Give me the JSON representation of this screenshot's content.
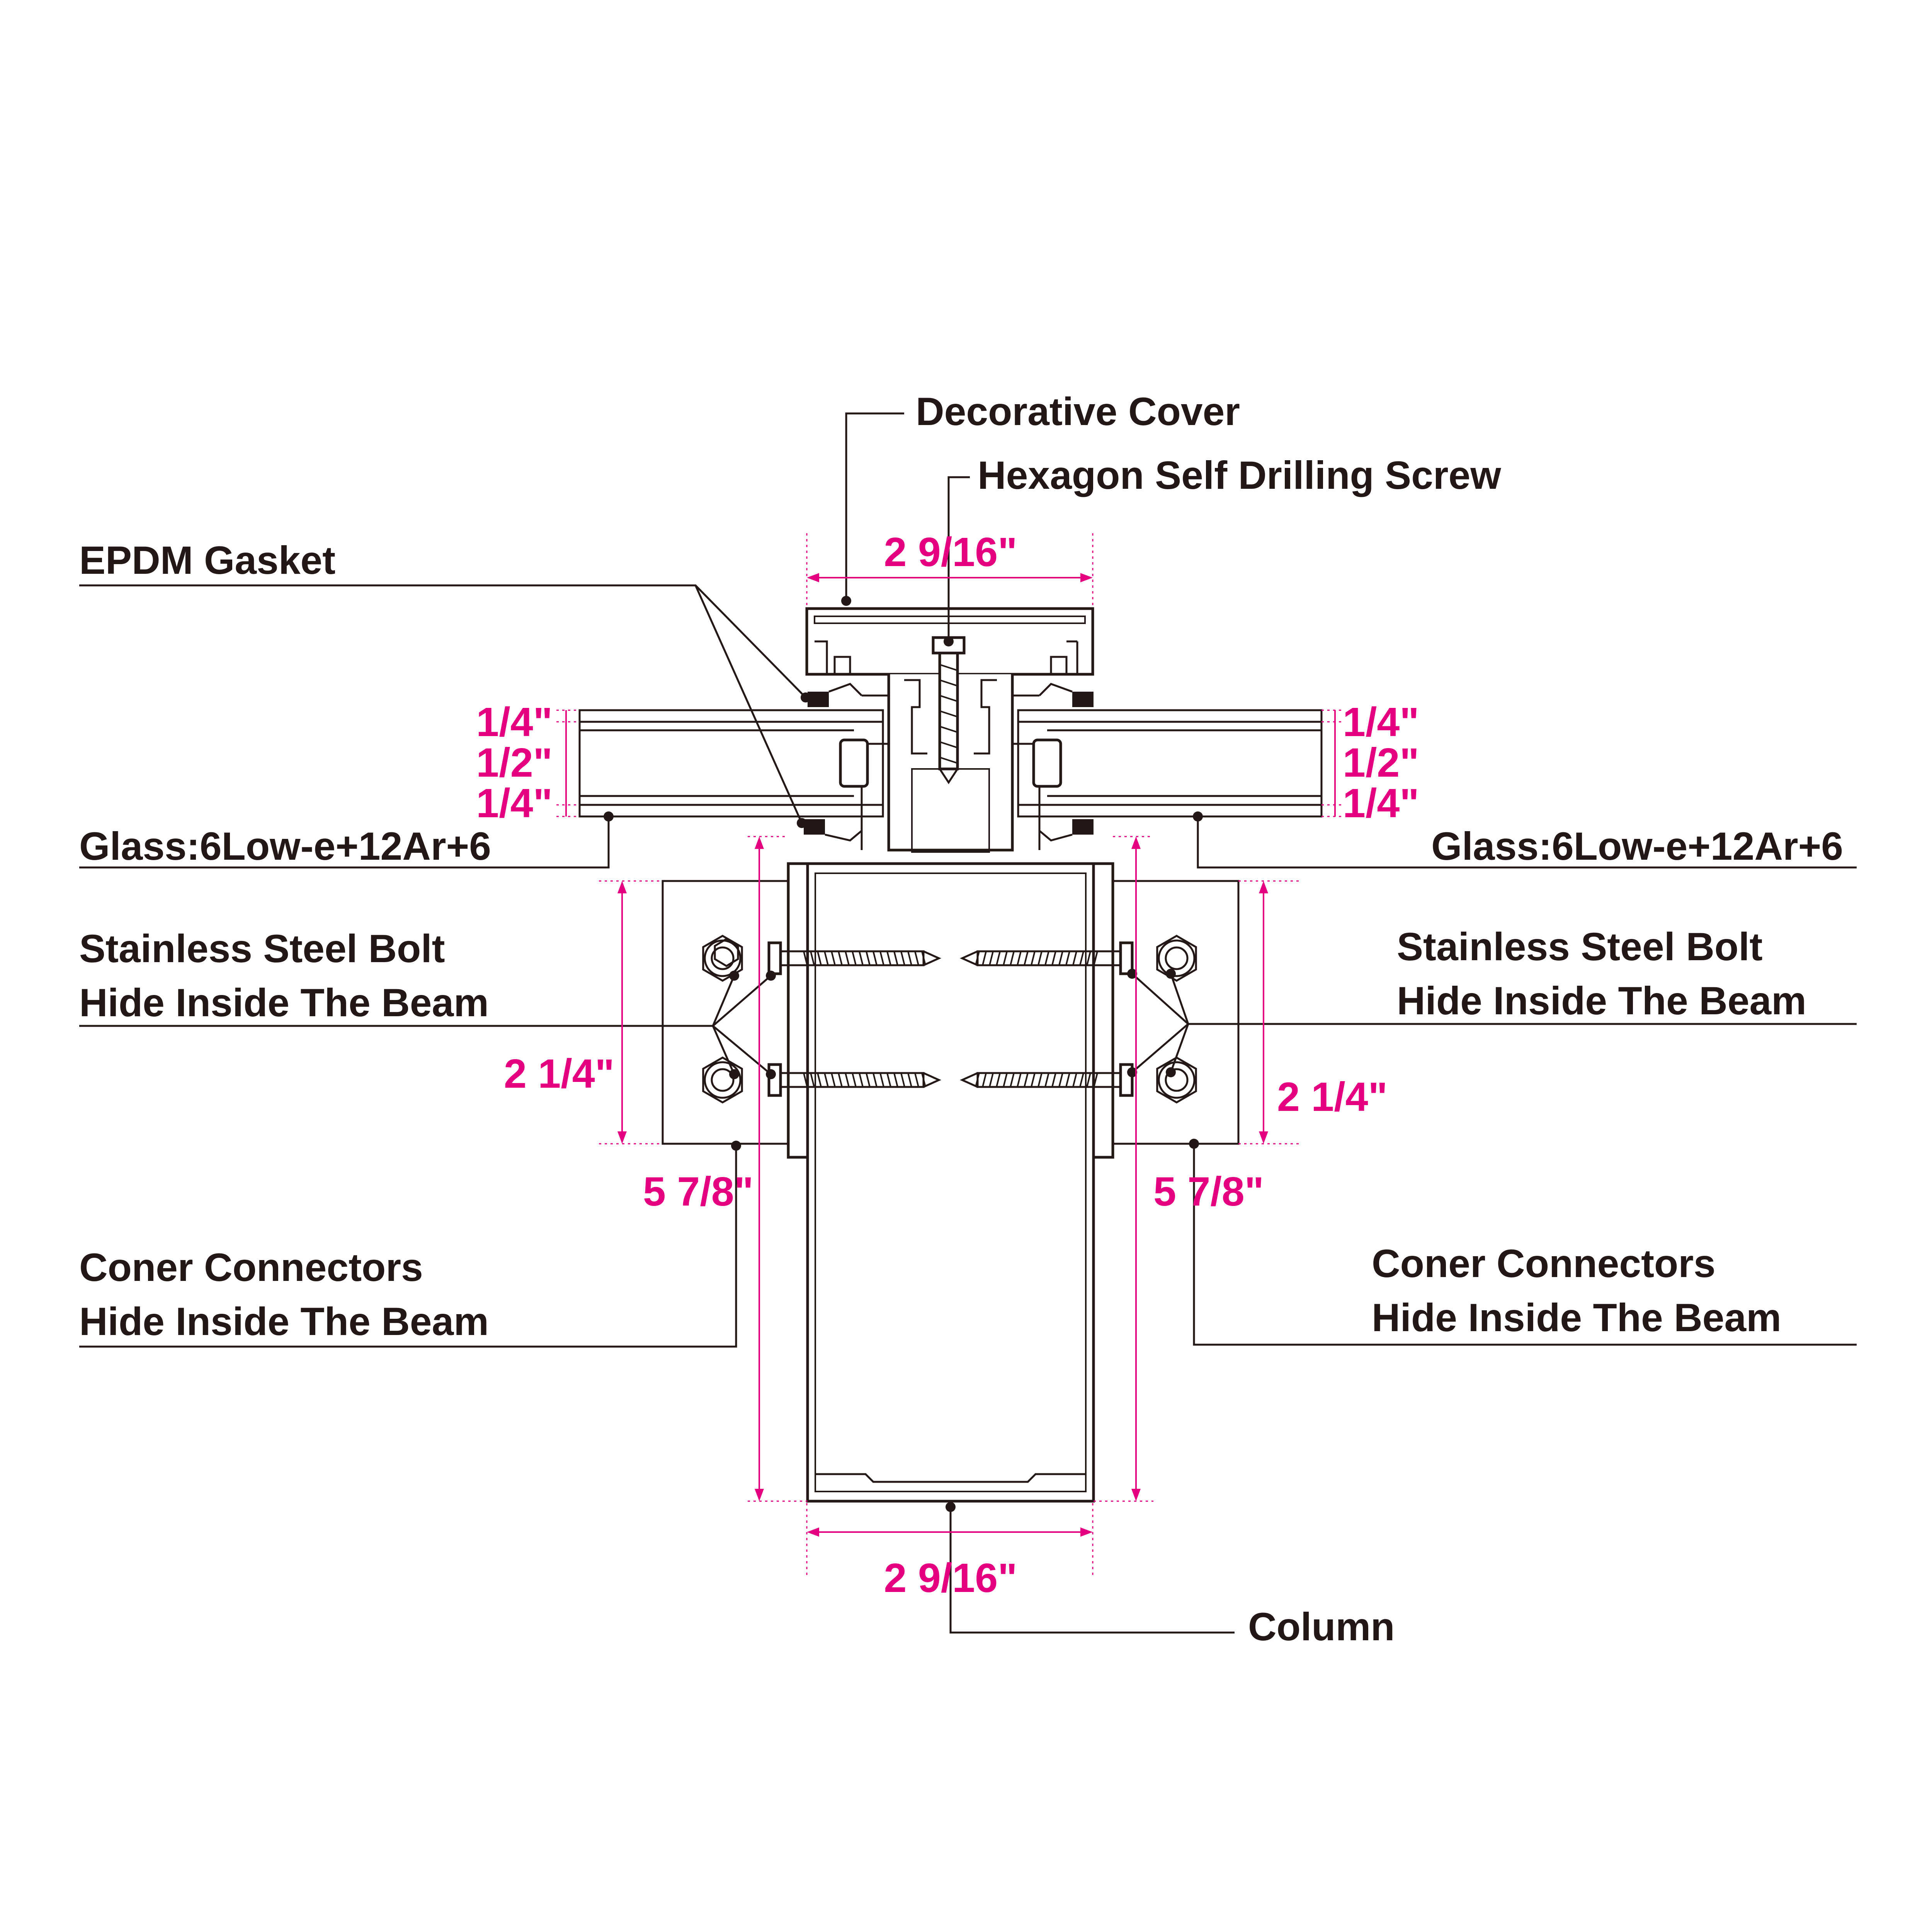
{
  "colors": {
    "line": "#231815",
    "dimension": "#e4007f",
    "background": "#ffffff"
  },
  "labels": {
    "decorative_cover": "Decorative Cover",
    "hex_screw": "Hexagon Self Drilling Screw",
    "epdm_gasket": "EPDM Gasket",
    "glass_left": "Glass:6Low-e+12Ar+6",
    "glass_right": "Glass:6Low-e+12Ar+6",
    "bolt_left_1": "Stainless Steel Bolt",
    "bolt_left_2": "Hide Inside The Beam",
    "bolt_right_1": "Stainless Steel Bolt",
    "bolt_right_2": "Hide Inside The Beam",
    "connector_left_1": "Coner Connectors",
    "connector_left_2": "Hide Inside The Beam",
    "connector_right_1": "Coner Connectors",
    "connector_right_2": "Hide Inside The Beam",
    "column": "Column"
  },
  "dimensions": {
    "cover_width": "2 9/16\"",
    "column_width": "2 9/16\"",
    "glass_left": [
      "1/4\"",
      "1/2\"",
      "1/4\""
    ],
    "glass_right": [
      "1/4\"",
      "1/2\"",
      "1/4\""
    ],
    "connector_height_left": "2 1/4\"",
    "connector_height_right": "2 1/4\"",
    "column_depth_left": "5 7/8\"",
    "column_depth_right": "5 7/8\""
  }
}
